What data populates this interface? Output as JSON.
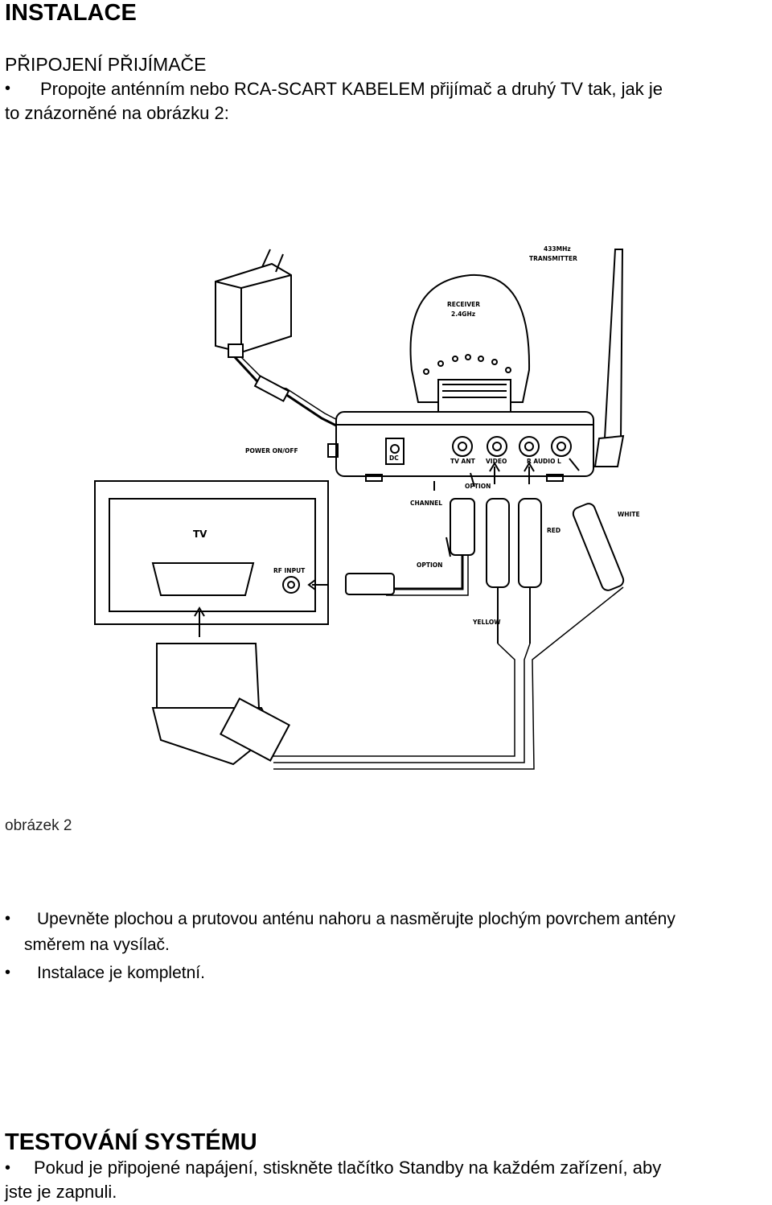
{
  "section1": {
    "title": "INSTALACE",
    "subtitle": "PŘIPOJENÍ PŘIJÍMAČE",
    "bullet1_line1": "Propojte anténním nebo RCA-SCART KABELEM přijímač a druhý TV tak, jak je",
    "bullet1_line2": "to znázorněné na obrázku 2:"
  },
  "figure": {
    "labels": {
      "transmitter_line1": "433MHz",
      "transmitter_line2": "TRANSMITTER",
      "receiver_line1": "RECEIVER",
      "receiver_line2": "2.4GHz",
      "power": "POWER ON/OFF",
      "tv_ant": "TV ANT",
      "video": "VIDEO",
      "audio": "R  AUDIO  L",
      "option_top": "OPTION",
      "channel": "CHANNEL",
      "tv": "TV",
      "rf_input": "RF INPUT",
      "option": "OPTION",
      "red": "RED",
      "white": "WHITE",
      "yellow": "YELLOW",
      "dc": "DC"
    },
    "caption": "obrázek 2"
  },
  "section1_after": {
    "bullet2_line1": "Upevněte plochou a prutovou anténu nahoru a nasměrujte plochým povrchem antény",
    "bullet2_line2": "směrem na vysílač.",
    "bullet3": "Instalace je kompletní."
  },
  "section2": {
    "title": "TESTOVÁNÍ SYSTÉMU",
    "bullet1_line1": "Pokud je připojené napájení, stiskněte tlačítko Standby na každém zařízení, aby",
    "bullet1_line2": "jste je zapnuli."
  },
  "bullet_glyph": "•"
}
